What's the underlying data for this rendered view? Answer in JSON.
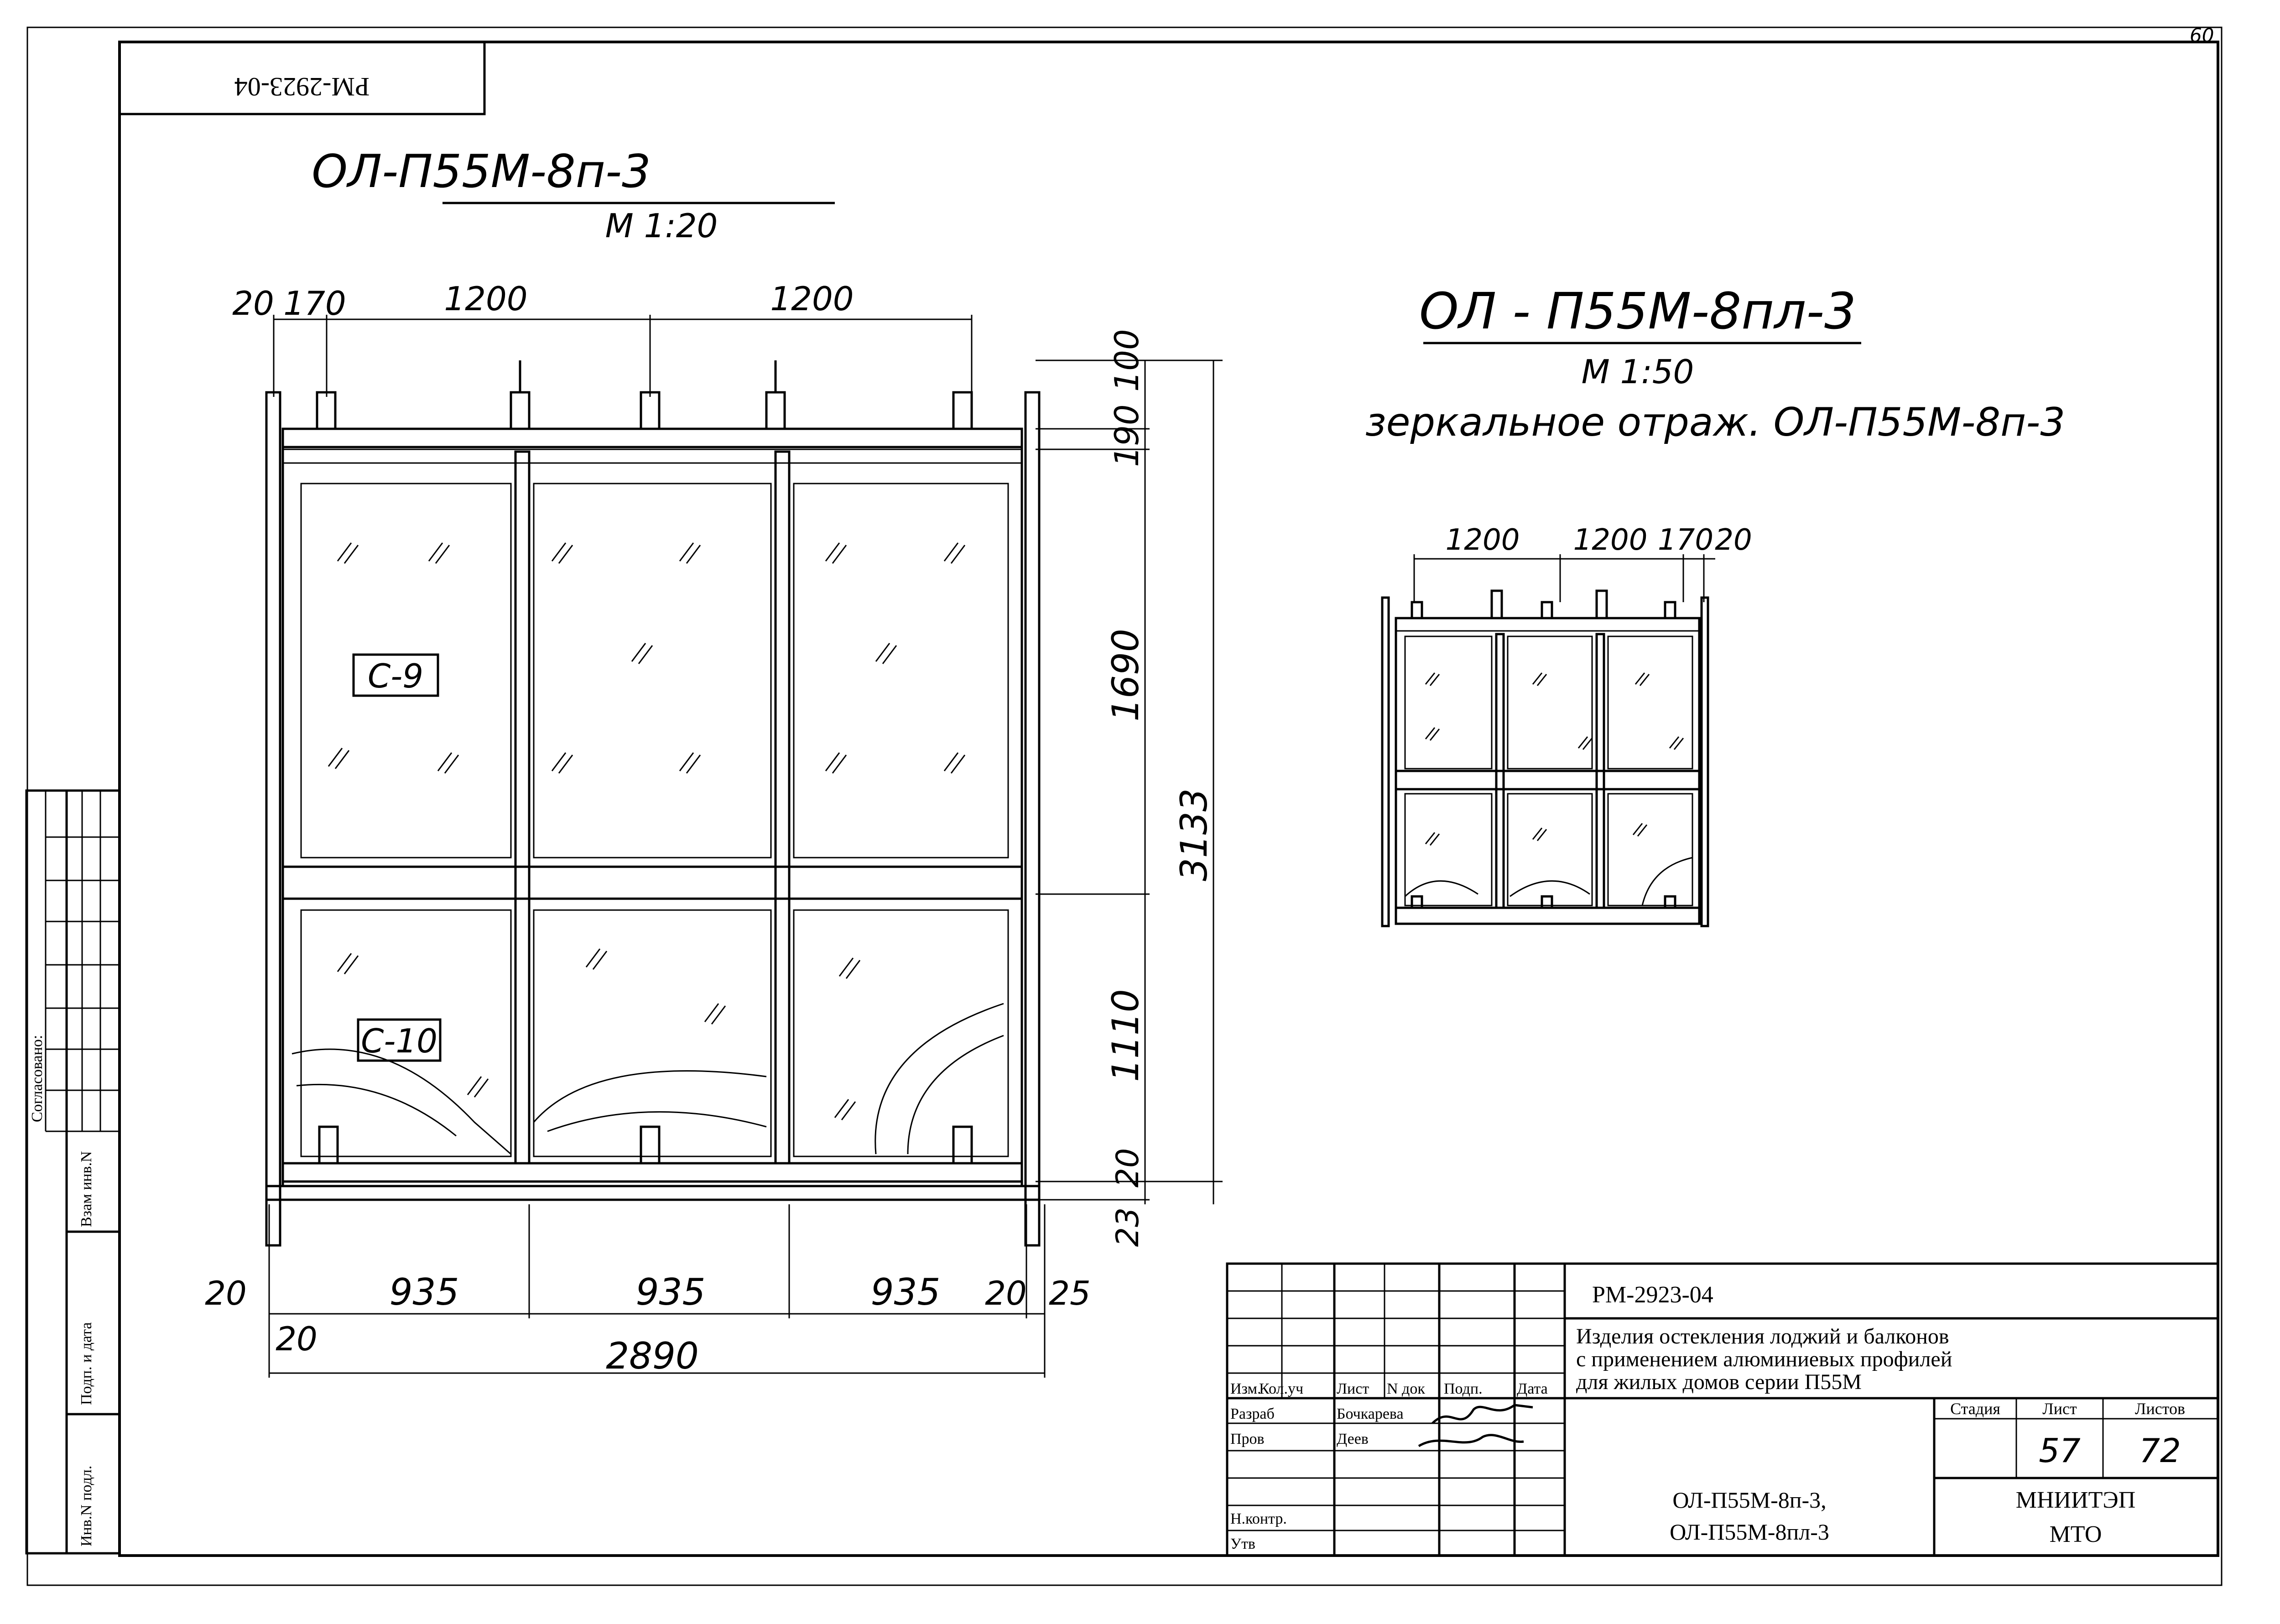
{
  "page_number": "60",
  "stamp_top_left": "РМ-2923-04",
  "left_drawing": {
    "title": "ОЛ-П55М-8п-3",
    "scale": "М 1:20",
    "top_dims": [
      "20",
      "170",
      "1200",
      "1200"
    ],
    "right_dims": [
      "100",
      "190",
      "1690",
      "3133",
      "1110",
      "20",
      "23"
    ],
    "bottom_dims": [
      "20",
      "935",
      "935",
      "935",
      "20",
      "25",
      "20",
      "2890"
    ],
    "label_upper": "С-9",
    "label_lower": "С-10"
  },
  "right_drawing": {
    "title": "ОЛ - П55М-8пл-3",
    "scale": "М 1:50",
    "subtitle": "зеркальное отраж. ОЛ-П55М-8п-3",
    "top_dims": [
      "1200",
      "1200",
      "170",
      "20"
    ]
  },
  "side_stamp": {
    "soglasovano": "Согласовано:",
    "vzam_inv": "Взам инв.N",
    "podp_data": "Подп. и дата",
    "inv_podl": "Инв.N подл."
  },
  "title_block": {
    "doc_code": "РМ-2923-04",
    "description_lines": [
      "Изделия остекления лоджий и балконов",
      "с применением алюминиевых профилей",
      "для жилых домов серии П55М"
    ],
    "col_headers": [
      "Изм.",
      "Кол.уч",
      "Лист",
      "N док",
      "Подп.",
      "Дата"
    ],
    "roles": [
      {
        "role": "Разраб",
        "name": "Бочкарева"
      },
      {
        "role": "Пров",
        "name": "Деев"
      },
      {
        "role": "",
        "name": ""
      },
      {
        "role": "",
        "name": ""
      },
      {
        "role": "Н.контр.",
        "name": ""
      },
      {
        "role": "Утв",
        "name": ""
      }
    ],
    "stage_label": "Стадия",
    "sheet_label": "Лист",
    "sheets_label": "Листов",
    "stage_value": "",
    "sheet_value": "57",
    "sheets_value": "72",
    "product_lines": [
      "ОЛ-П55М-8п-3,",
      "ОЛ-П55М-8пл-3"
    ],
    "org_lines": [
      "МНИИТЭП",
      "МТО"
    ]
  }
}
